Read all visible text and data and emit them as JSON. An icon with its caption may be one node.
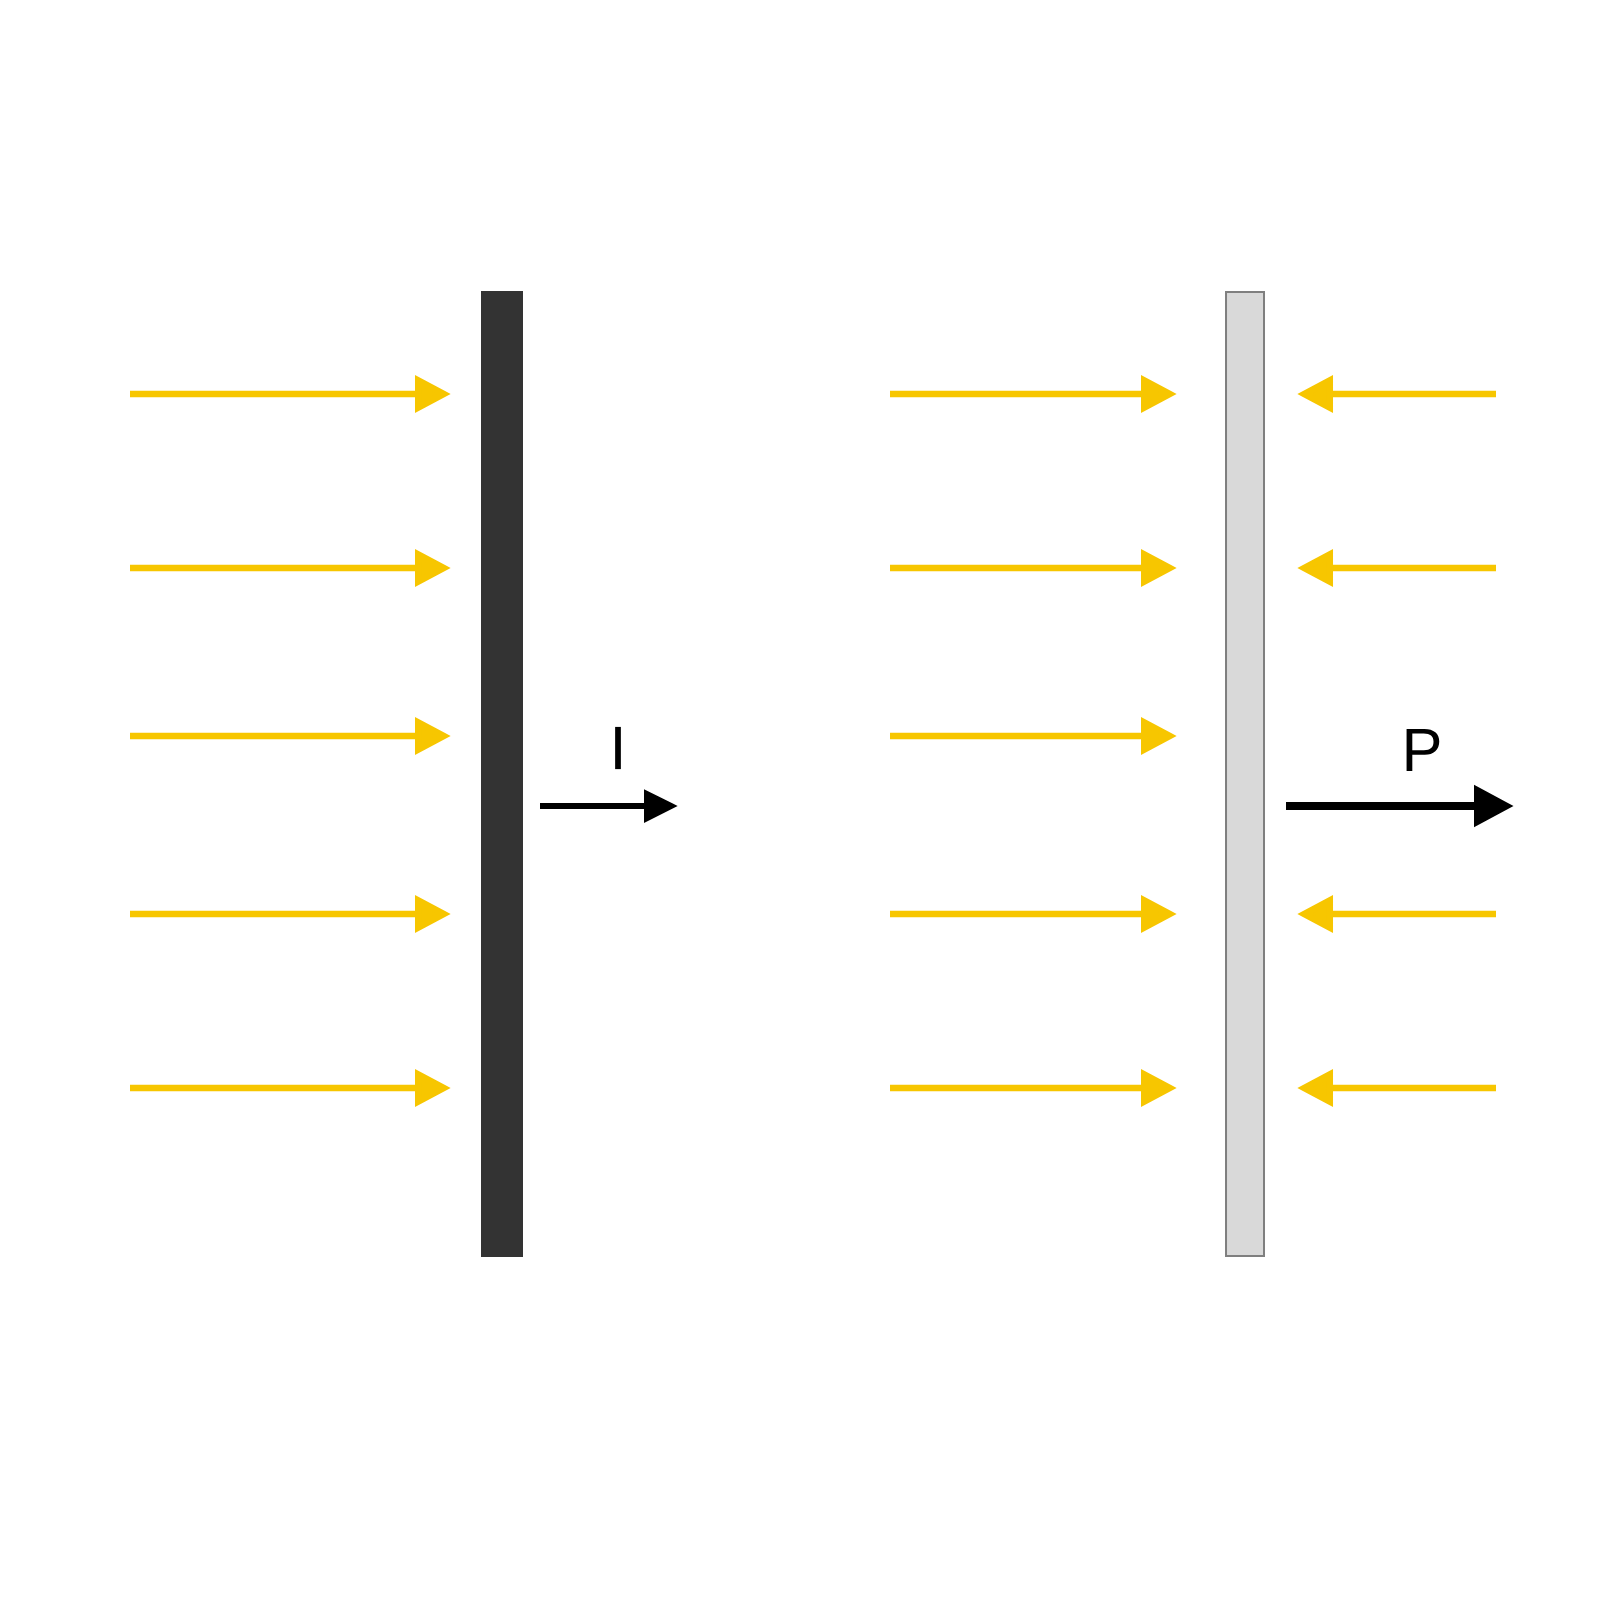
{
  "diagram": {
    "nodes": [
      {
        "text": [],
        "shape": "bar"
      },
      {
        "text": [],
        "shape": "bar"
      }
    ],
    "edges": [
      {
        "from": null,
        "to": 0,
        "arrow": "to"
      },
      {
        "from": null,
        "to": 0,
        "arrow": "to"
      },
      {
        "from": null,
        "to": 0,
        "arrow": "to"
      },
      {
        "from": null,
        "to": 0,
        "arrow": "to"
      },
      {
        "from": null,
        "to": 0,
        "arrow": "to"
      },
      {
        "from": null,
        "to": 1,
        "arrow": "to"
      },
      {
        "from": null,
        "to": 1,
        "arrow": "to"
      },
      {
        "from": null,
        "to": 1,
        "arrow": "to"
      },
      {
        "from": null,
        "to": 1,
        "arrow": "to"
      },
      {
        "from": null,
        "to": 1,
        "arrow": "to"
      },
      {
        "from": null,
        "to": 1,
        "arrow": "to"
      },
      {
        "from": null,
        "to": 1,
        "arrow": "to"
      },
      {
        "from": null,
        "to": 1,
        "arrow": "to"
      },
      {
        "from": null,
        "to": 1,
        "arrow": "to"
      }
    ],
    "labels": [
      "I",
      "P"
    ]
  }
}
